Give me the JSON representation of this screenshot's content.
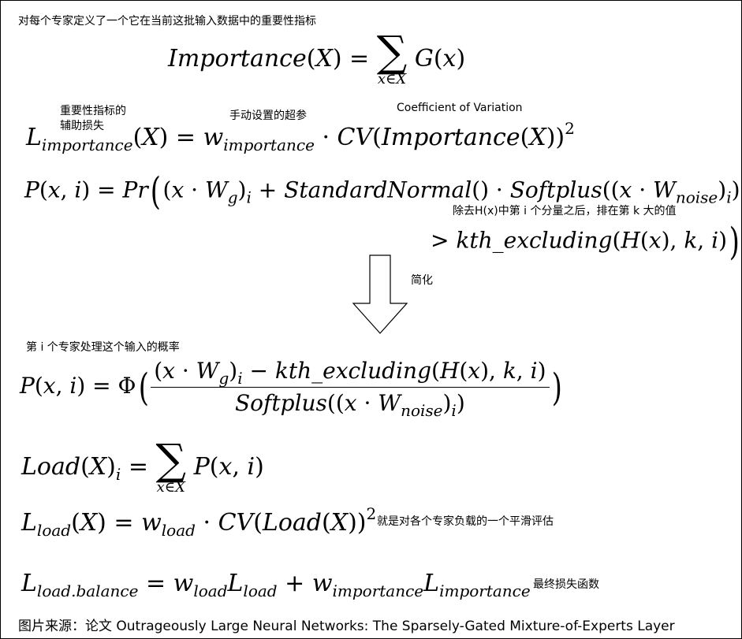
{
  "annotations": {
    "top_note": "对每个专家定义了一个它在当前这批输入数据中的重要性指标",
    "aux_loss_note": "重要性指标的辅助损失",
    "hyperparam_note": "手动设置的超参",
    "cv_note": "Coefficient of Variation",
    "kth_note": "除去H(x)中第 i 个分量之后，排在第 k 大的值",
    "simplify_note": "简化",
    "prob_note": "第 i 个专家处理这个输入的概率",
    "smooth_note": "就是对各个专家负载的一个平滑评估",
    "final_note": "最终损失函数"
  },
  "caption": "图片来源：论文 Outrageously Large Neural Networks: The Sparsely-Gated Mixture-of-Experts Layer",
  "colors": {
    "text": "#000000",
    "background": "#ffffff"
  }
}
